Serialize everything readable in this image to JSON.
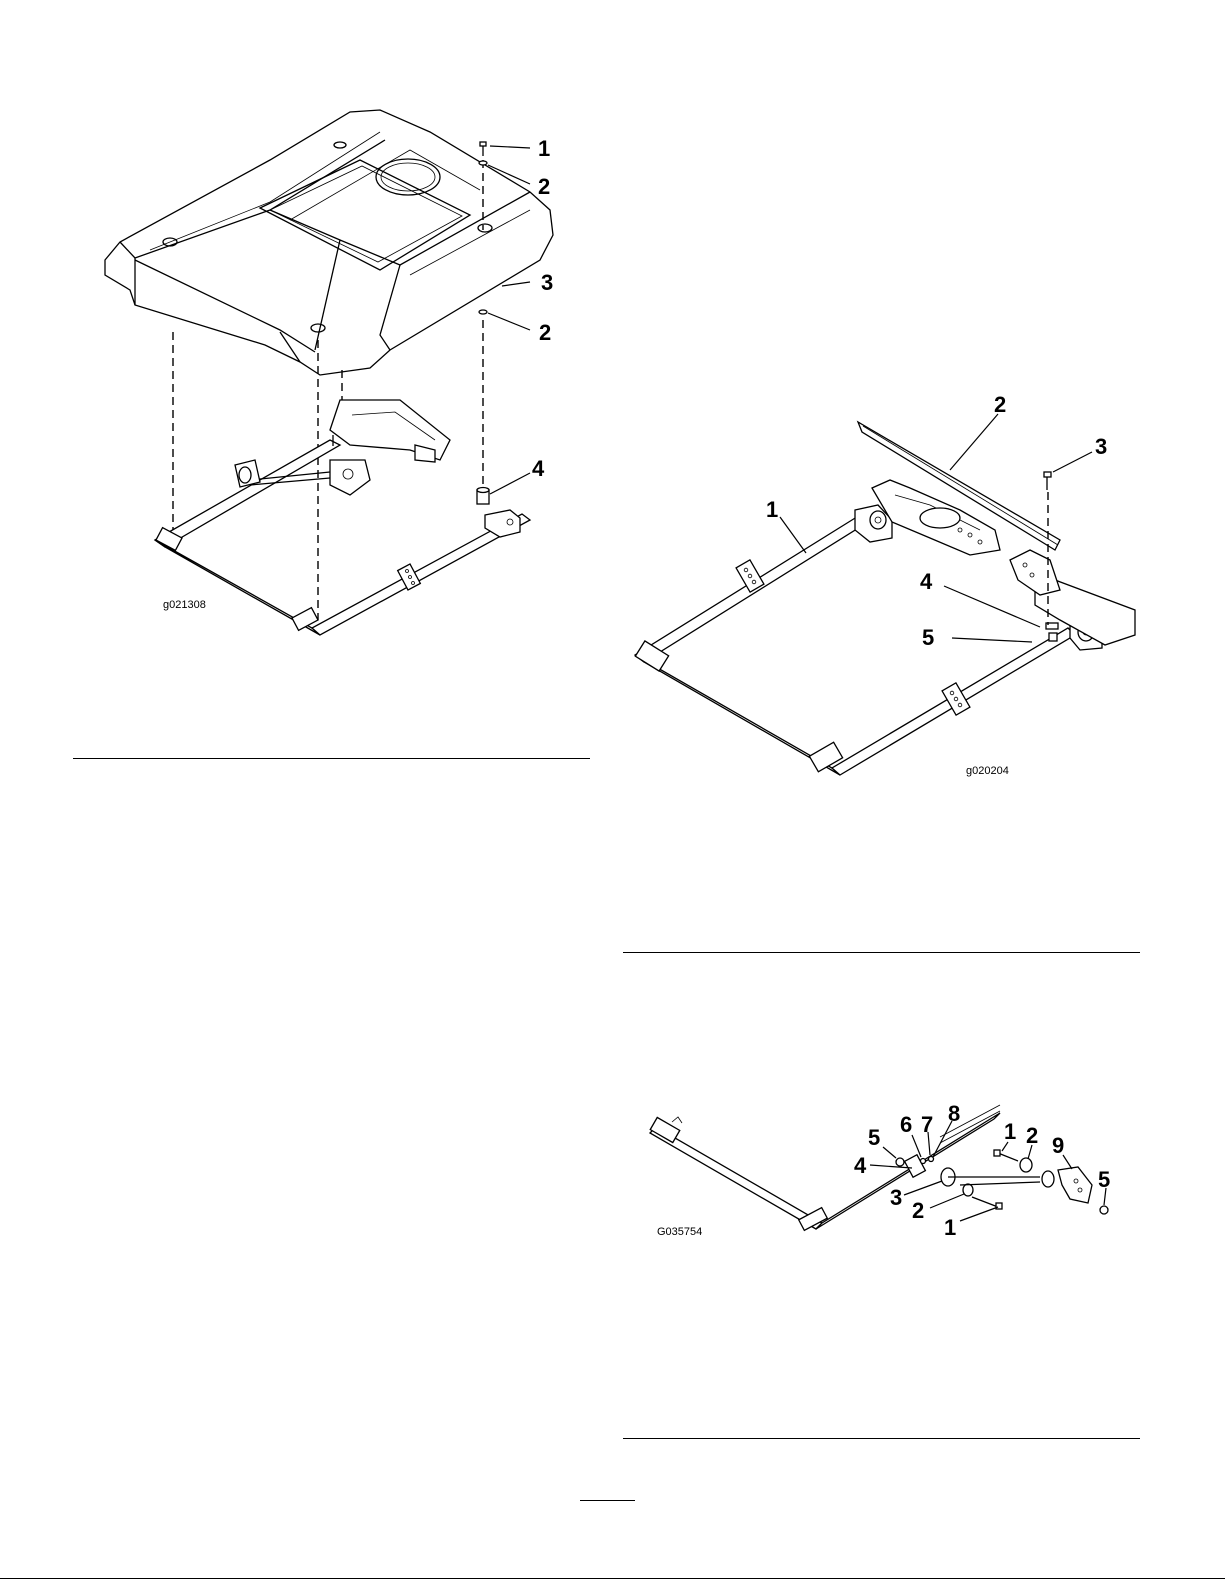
{
  "figures": [
    {
      "id": "g021308",
      "callouts": [
        "1",
        "2",
        "3",
        "2",
        "4"
      ]
    },
    {
      "id": "g020204",
      "callouts": [
        "1",
        "2",
        "3",
        "4",
        "5"
      ]
    },
    {
      "id": "G035754",
      "callouts": [
        "1",
        "2",
        "3",
        "4",
        "5",
        "6",
        "7",
        "8",
        "1",
        "2",
        "9",
        "5"
      ]
    }
  ]
}
